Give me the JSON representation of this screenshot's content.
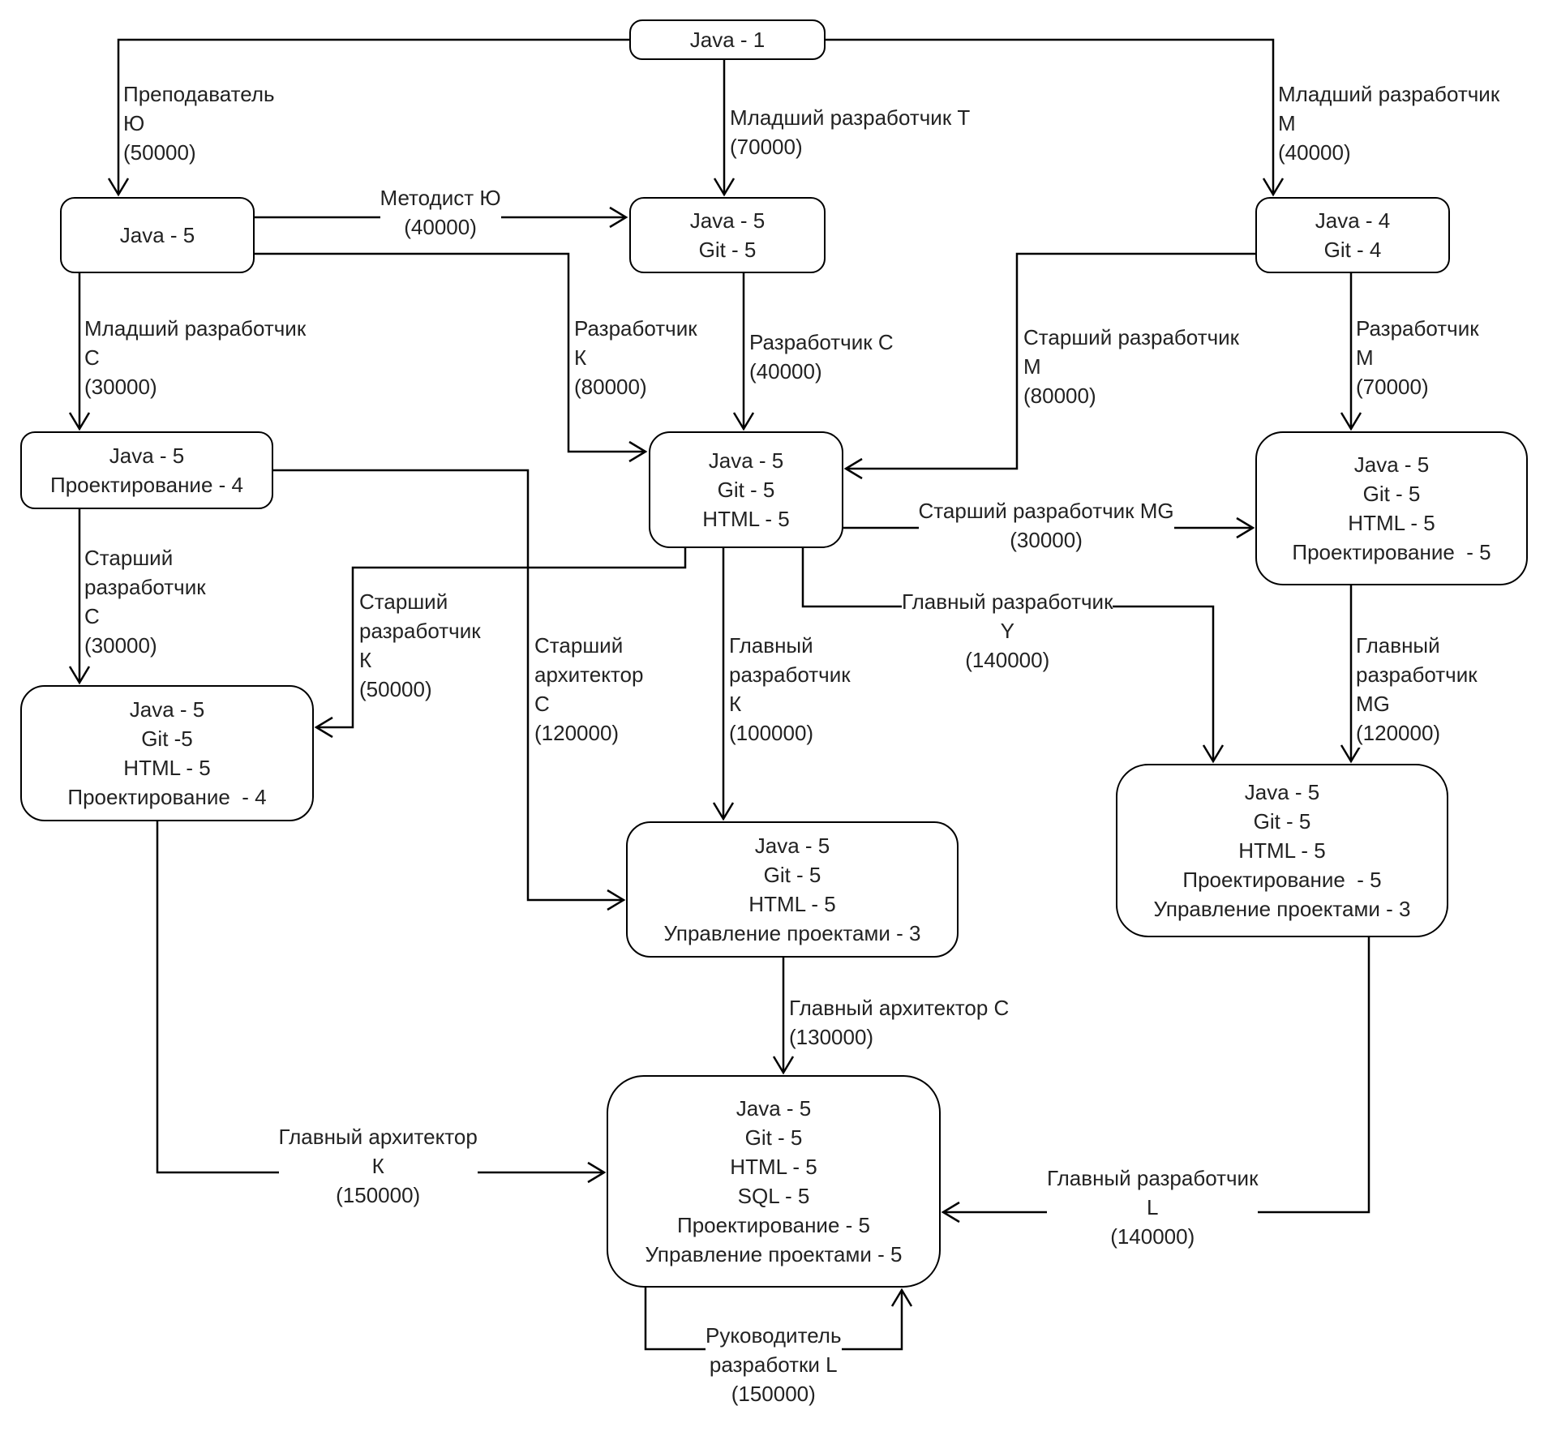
{
  "nodes": [
    {
      "id": "n1",
      "lines": [
        "Java - 1"
      ]
    },
    {
      "id": "n2",
      "lines": [
        "Java - 5"
      ]
    },
    {
      "id": "n3",
      "lines": [
        "Java - 5",
        "Git - 5"
      ]
    },
    {
      "id": "n4",
      "lines": [
        "Java - 4",
        "Git - 4"
      ]
    },
    {
      "id": "n5",
      "lines": [
        "Java - 5",
        "Проектирование - 4"
      ]
    },
    {
      "id": "n6",
      "lines": [
        "Java - 5",
        "Git - 5",
        "HTML - 5"
      ]
    },
    {
      "id": "n7",
      "lines": [
        "Java - 5",
        "Git - 5",
        "HTML - 5",
        "Проектирование  - 5"
      ]
    },
    {
      "id": "n8",
      "lines": [
        "Java - 5",
        "Git -5",
        "HTML - 5",
        "Проектирование  - 4"
      ]
    },
    {
      "id": "n9",
      "lines": [
        "Java - 5",
        "Git - 5",
        "HTML - 5",
        "Управление проектами - 3"
      ]
    },
    {
      "id": "n10",
      "lines": [
        "Java - 5",
        "Git - 5",
        "HTML - 5",
        "Проектирование  - 5",
        "Управление проектами - 3"
      ]
    },
    {
      "id": "n11",
      "lines": [
        "Java - 5",
        "Git - 5",
        "HTML - 5",
        "SQL - 5",
        "Проектирование - 5",
        "Управление проектами - 5"
      ]
    }
  ],
  "edges": [
    {
      "id": "e1",
      "from": "n1",
      "to": "n2",
      "label": [
        "Преподаватель",
        "Ю",
        "(50000)"
      ]
    },
    {
      "id": "e2",
      "from": "n1",
      "to": "n3",
      "label": [
        "Младший разработчик Т",
        "(70000)"
      ]
    },
    {
      "id": "e3",
      "from": "n1",
      "to": "n4",
      "label": [
        "Младший разработчик",
        "М",
        "(40000)"
      ]
    },
    {
      "id": "e4",
      "from": "n2",
      "to": "n3",
      "label": [
        "Методист Ю",
        "(40000)"
      ]
    },
    {
      "id": "e5",
      "from": "n2",
      "to": "n6",
      "label": [
        "Разработчик",
        "К",
        "(80000)"
      ]
    },
    {
      "id": "e6",
      "from": "n2",
      "to": "n5",
      "label": [
        "Младший разработчик",
        "С",
        "(30000)"
      ]
    },
    {
      "id": "e7",
      "from": "n3",
      "to": "n6",
      "label": [
        "Разработчик С",
        "(40000)"
      ]
    },
    {
      "id": "e8",
      "from": "n4",
      "to": "n6",
      "label": [
        "Старший разработчик",
        "М",
        "(80000)"
      ]
    },
    {
      "id": "e9",
      "from": "n4",
      "to": "n7",
      "label": [
        "Разработчик",
        "М",
        "(70000)"
      ]
    },
    {
      "id": "e10",
      "from": "n5",
      "to": "n8",
      "label": [
        "Старший",
        "разработчик",
        "С",
        "(30000)"
      ]
    },
    {
      "id": "e11",
      "from": "n5",
      "to": "n9",
      "label": [
        "Старший",
        "архитектор",
        "С",
        "(120000)"
      ]
    },
    {
      "id": "e12",
      "from": "n6",
      "to": "n8",
      "label": [
        "Старший",
        "разработчик",
        "К",
        "(50000)"
      ]
    },
    {
      "id": "e13",
      "from": "n6",
      "to": "n9",
      "label": [
        "Главный",
        "разработчик",
        "К",
        "(100000)"
      ]
    },
    {
      "id": "e14",
      "from": "n6",
      "to": "n7",
      "label": [
        "Старший разработчик MG",
        "(30000)"
      ]
    },
    {
      "id": "e15",
      "from": "n6",
      "to": "n10",
      "label": [
        "Главный разработчик",
        "Y",
        "(140000)"
      ]
    },
    {
      "id": "e16",
      "from": "n7",
      "to": "n10",
      "label": [
        "Главный",
        "разработчик",
        "MG",
        "(120000)"
      ]
    },
    {
      "id": "e17",
      "from": "n9",
      "to": "n11",
      "label": [
        "Главный архитектор С",
        "(130000)"
      ]
    },
    {
      "id": "e18",
      "from": "n8",
      "to": "n11",
      "label": [
        "Главный архитектор",
        "К",
        "(150000)"
      ]
    },
    {
      "id": "e19",
      "from": "n10",
      "to": "n11",
      "label": [
        "Главный разработчик",
        "L",
        "(140000)"
      ]
    },
    {
      "id": "e20",
      "from": "n11",
      "to": "n11",
      "label": [
        "Руководитель",
        "разработки L",
        "(150000)"
      ]
    }
  ]
}
